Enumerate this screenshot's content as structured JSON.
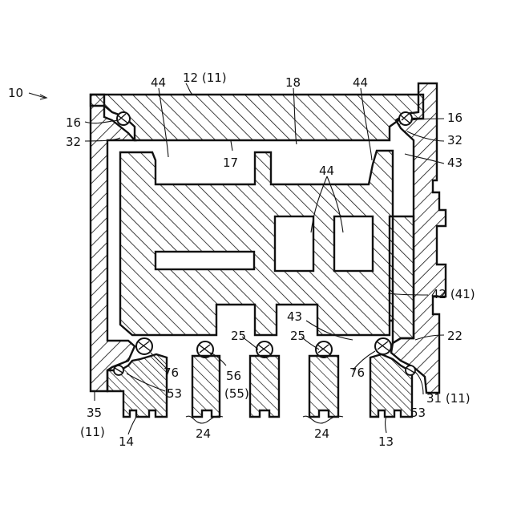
{
  "labels": {
    "l10": "10",
    "l12": "12 (11)",
    "l44a": "44",
    "l18": "18",
    "l44b": "44",
    "l16a": "16",
    "l32a": "32",
    "l17": "17",
    "l16b": "16",
    "l32b": "32",
    "l43a": "43",
    "l44c": "44",
    "l42": "42 (41)",
    "l43b": "43",
    "l22": "22",
    "l25a": "25",
    "l25b": "25",
    "l76a": "76",
    "l76b": "76",
    "l56": "56",
    "l55": "(55)",
    "l53a": "53",
    "l53b": "53",
    "l31": "31 (11)",
    "l35": "35",
    "l11": "(11)",
    "l14": "14",
    "l24a": "24",
    "l24b": "24",
    "l13": "13"
  }
}
